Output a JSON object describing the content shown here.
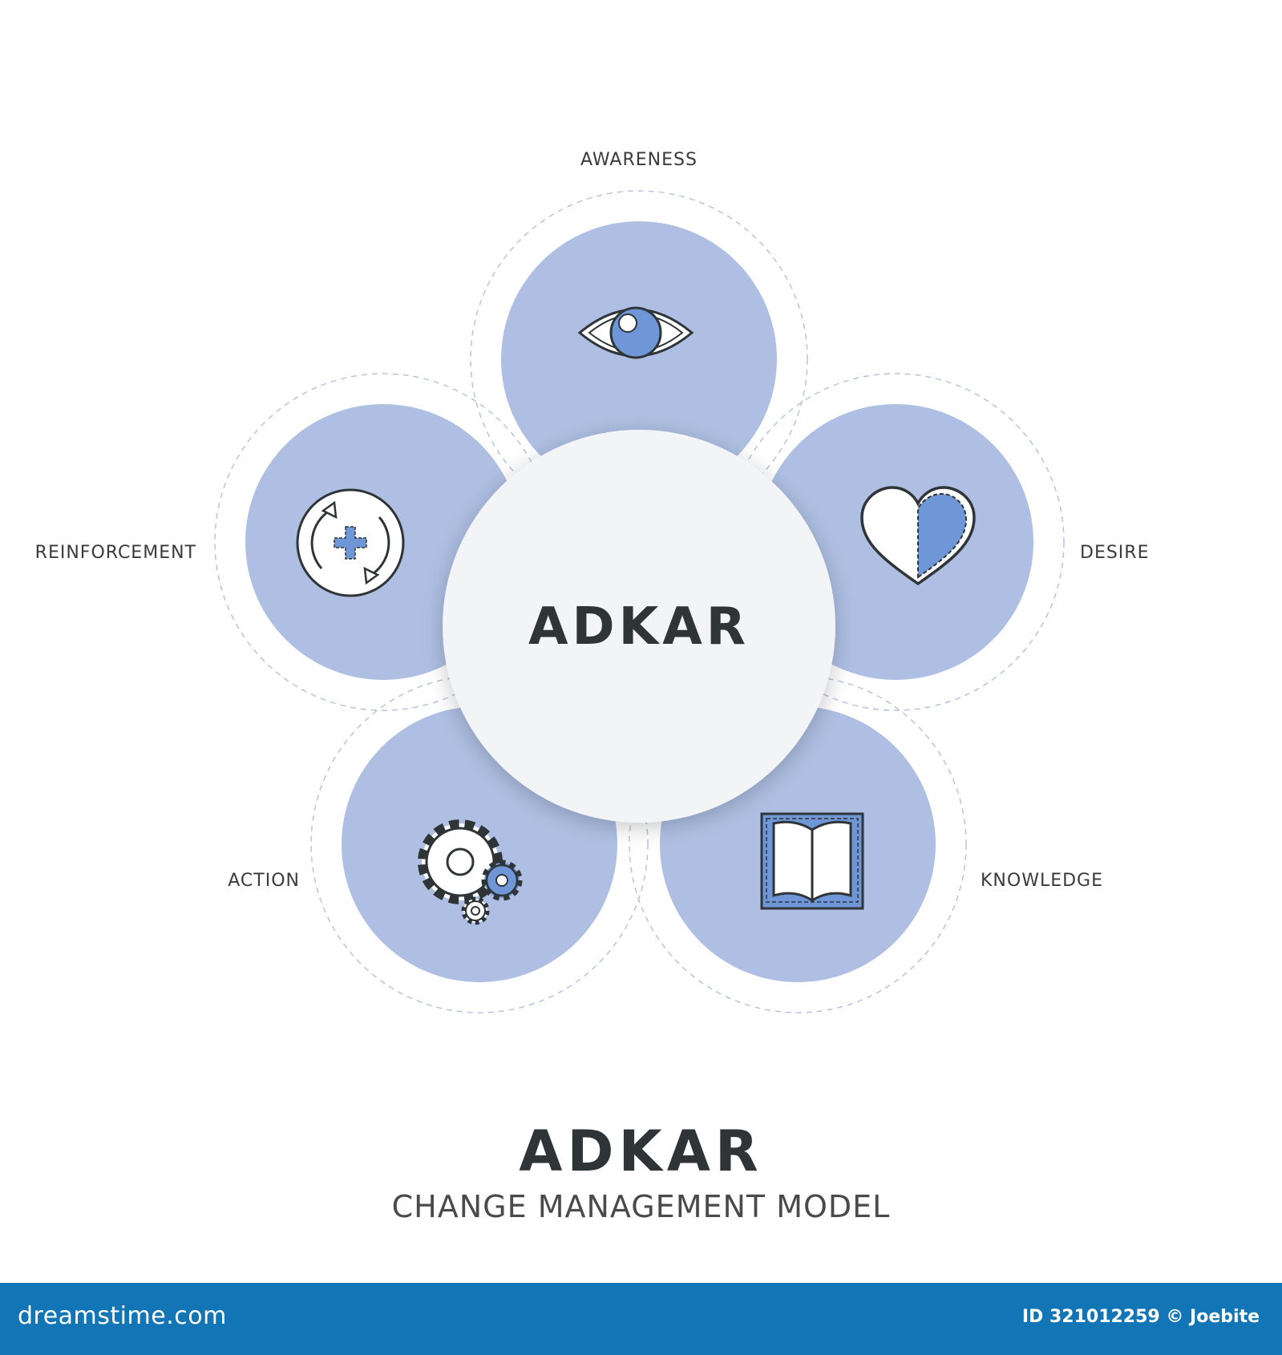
{
  "diagram": {
    "center_label": "ADKAR",
    "stages": [
      {
        "id": "awareness",
        "label": "AWARENESS",
        "icon": "eye-icon"
      },
      {
        "id": "desire",
        "label": "DESIRE",
        "icon": "heart-icon"
      },
      {
        "id": "knowledge",
        "label": "KNOWLEDGE",
        "icon": "book-icon"
      },
      {
        "id": "action",
        "label": "ACTION",
        "icon": "gears-icon"
      },
      {
        "id": "reinforcement",
        "label": "REINFORCEMENT",
        "icon": "refresh-plus-icon"
      }
    ]
  },
  "footer": {
    "title": "ADKAR",
    "subtitle": "CHANGE MANAGEMENT MODEL"
  },
  "watermark": {
    "brand": "dreamstime.com",
    "id_text": "ID 321012259 © Joebite"
  },
  "colors": {
    "petal_fill": "#aebfe3",
    "accent_blue": "#6f97d8",
    "center_fill": "#f3f4f6",
    "label_text": "#3a3a3a",
    "watermark_bar": "#1276b6"
  }
}
